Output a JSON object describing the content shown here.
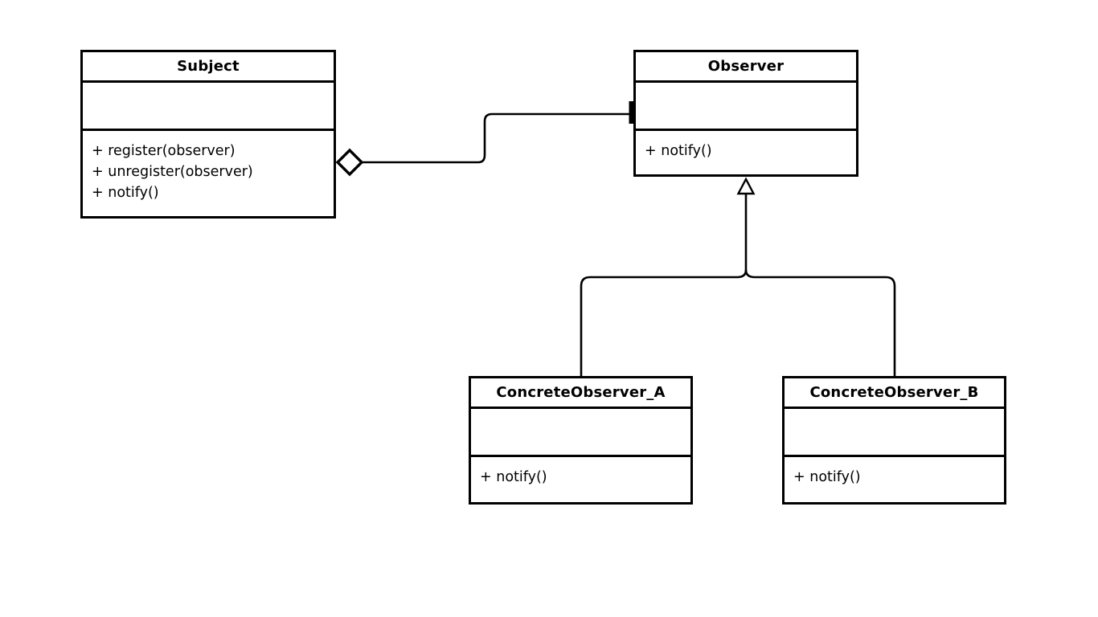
{
  "diagram": {
    "classes": [
      {
        "name": "Subject",
        "attributes": [],
        "methods": [
          "+ register(observer)",
          "+ unregister(observer)",
          "+ notify()"
        ]
      },
      {
        "name": "Observer",
        "attributes": [],
        "methods": [
          "+ notify()"
        ]
      },
      {
        "name": "ConcreteObserver_A",
        "attributes": [],
        "methods": [
          "+ notify()"
        ]
      },
      {
        "name": "ConcreteObserver_B",
        "attributes": [],
        "methods": [
          "+ notify()"
        ]
      }
    ],
    "relationships": [
      {
        "type": "aggregation",
        "from": "Subject",
        "to": "Observer"
      },
      {
        "type": "generalization",
        "from": "ConcreteObserver_A",
        "to": "Observer"
      },
      {
        "type": "generalization",
        "from": "ConcreteObserver_B",
        "to": "Observer"
      }
    ],
    "colors": {
      "line": "#000000",
      "background": "#ffffff",
      "box_fill": "#ffffff"
    }
  }
}
